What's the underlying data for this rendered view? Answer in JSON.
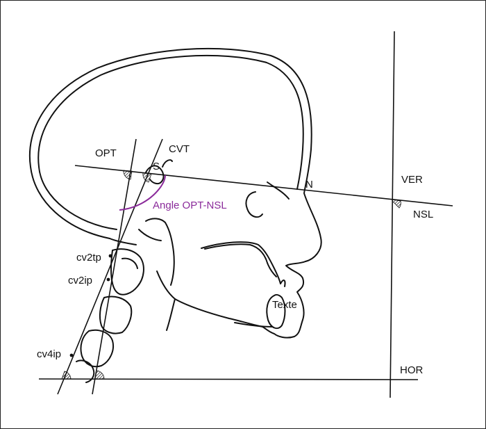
{
  "labels": {
    "opt": "OPT",
    "cvt": "CVT",
    "s": "S",
    "n": "N",
    "ver": "VER",
    "nsl": "NSL",
    "hor": "HOR",
    "angle": "Angle OPT-NSL",
    "cv2tp": "cv2tp",
    "cv2ip": "cv2ip",
    "cv4ip": "cv4ip",
    "texte": "Texte"
  },
  "colors": {
    "ink": "#111111",
    "angle_arc": "#8a2a9a",
    "background": "#ffffff"
  }
}
